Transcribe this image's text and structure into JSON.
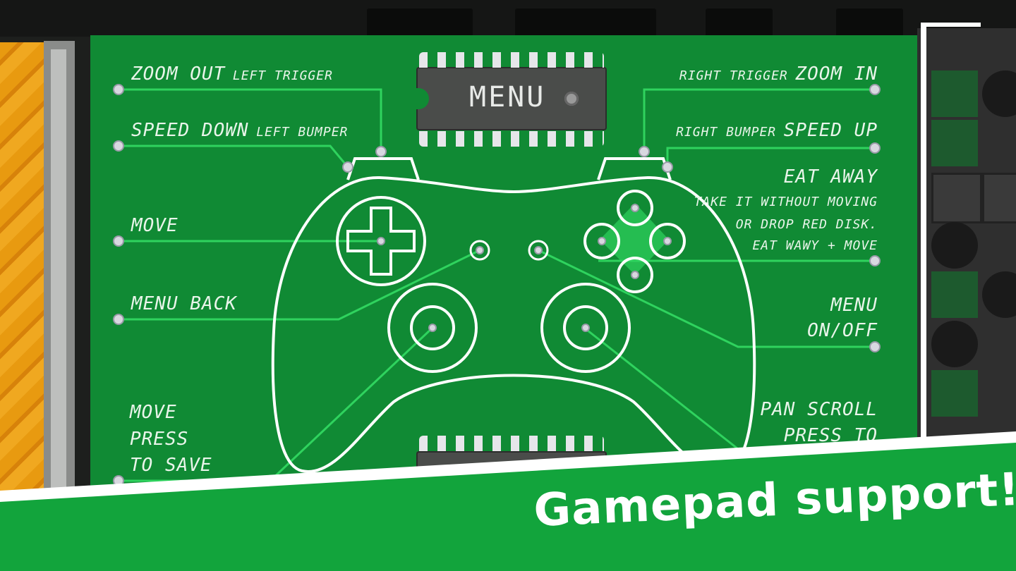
{
  "menu_chip_label": "MENU",
  "labels": {
    "zoom_out": "ZOOM OUT",
    "left_trigger": "LEFT TRIGGER",
    "speed_down": "SPEED DOWN",
    "left_bumper": "LEFT BUMPER",
    "move": "MOVE",
    "menu_back": "MENU BACK",
    "move_press_line1": "MOVE",
    "move_press_line2": "PRESS",
    "move_press_line3": "TO SAVE",
    "right_trigger": "RIGHT TRIGGER",
    "zoom_in": "ZOOM IN",
    "right_bumper": "RIGHT BUMPER",
    "speed_up": "SPEED UP",
    "eat_away": "EAT AWAY",
    "eat_line1": "TAKE IT WITHOUT MOVING",
    "eat_line2": "OR DROP RED DISK.",
    "eat_line3": "EAT WAWY + MOVE",
    "menu_onoff_line1": "MENU",
    "menu_onoff_line2": "ON/OFF",
    "pan_line1": "PAN SCROLL",
    "pan_line2": "PRESS TO"
  },
  "banner": "Gamepad support!",
  "colors": {
    "pcb_green": "#108a34",
    "trace_green": "#2fd35e",
    "outline": "#ffffff",
    "banner_green": "#12a43c",
    "orange": "#e89a10"
  },
  "icons": [
    "gamepad-icon",
    "d-pad-icon",
    "face-buttons-icon",
    "thumbstick-icon",
    "chip-icon",
    "led-icon"
  ]
}
